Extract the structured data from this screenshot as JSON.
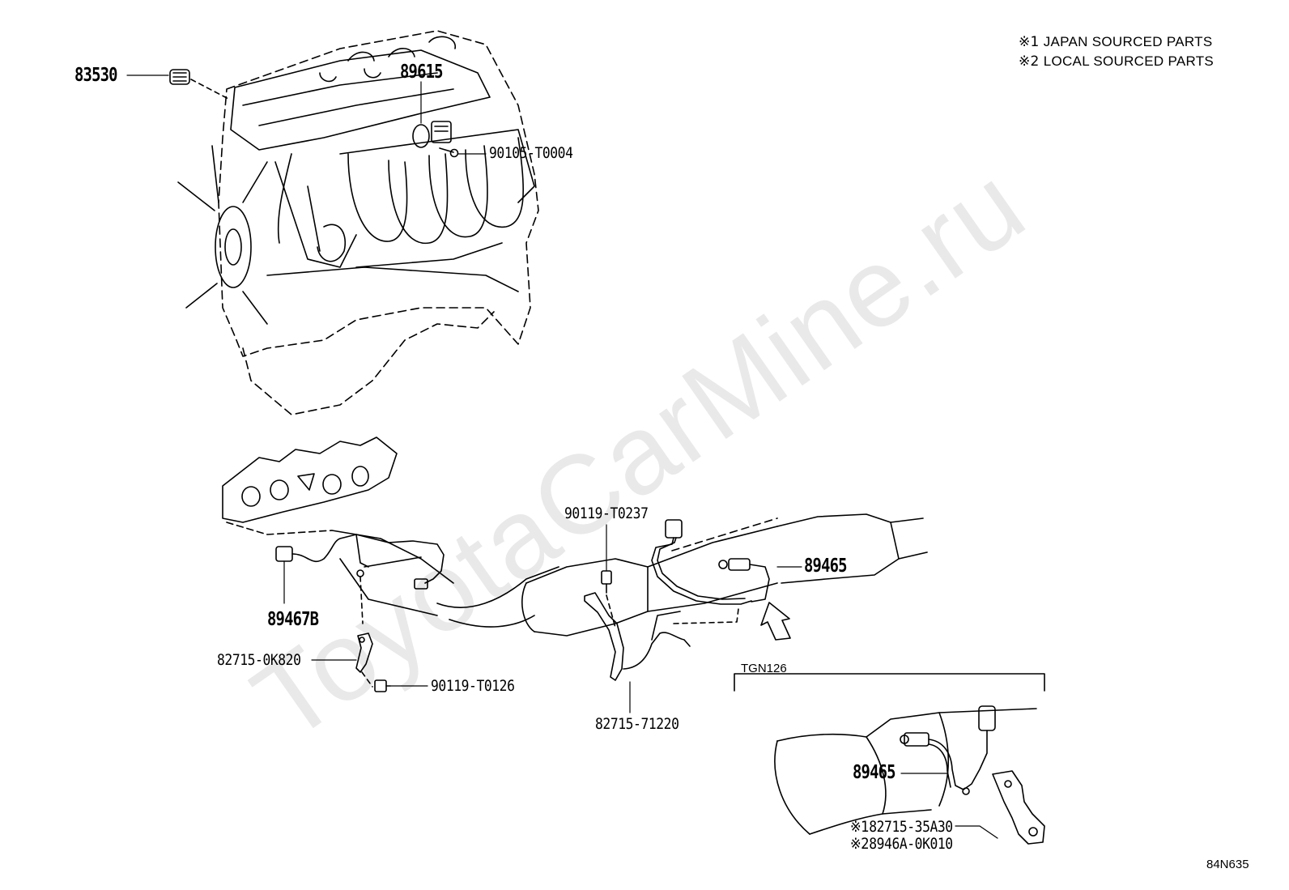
{
  "watermark": "ToyotaCarMine.ru",
  "notes": [
    {
      "mark": "※1",
      "text": " JAPAN SOURCED PARTS"
    },
    {
      "mark": "※2",
      "text": " LOCAL SOURCED PARTS"
    }
  ],
  "parts": {
    "p83530": "83530",
    "p89615": "89615",
    "p90105_T0004": "90105-T0004",
    "p90119_T0237": "90119-T0237",
    "p89465_main": "89465",
    "p89467B": "89467B",
    "p82715_0K820": "82715-0K820",
    "p90119_T0126": "90119-T0126",
    "p82715_71220": "82715-71220",
    "p89465_inset": "89465",
    "p82715_35A30": {
      "mark": "※1",
      "text": "82715-35A30"
    },
    "p8946A_0K010": {
      "mark": "※2",
      "text": "8946A-0K010"
    }
  },
  "inset_label": "TGN126",
  "diagram_code": "84N635"
}
